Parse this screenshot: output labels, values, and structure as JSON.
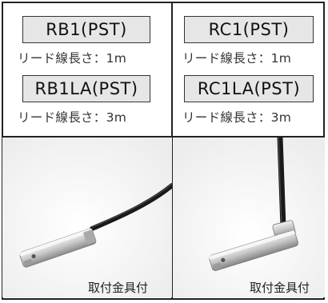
{
  "left": {
    "model_1": "RB1(PST)",
    "lead_1": "リード線長さ：1m",
    "model_2": "RB1LA(PST)",
    "lead_2": "リード線長さ：3m",
    "caption": "取付金具付"
  },
  "right": {
    "model_1": "RC1(PST)",
    "lead_1": "リード線長さ：1m",
    "model_2": "RC1LA(PST)",
    "lead_2": "リード線長さ：3m",
    "caption": "取付金具付"
  }
}
